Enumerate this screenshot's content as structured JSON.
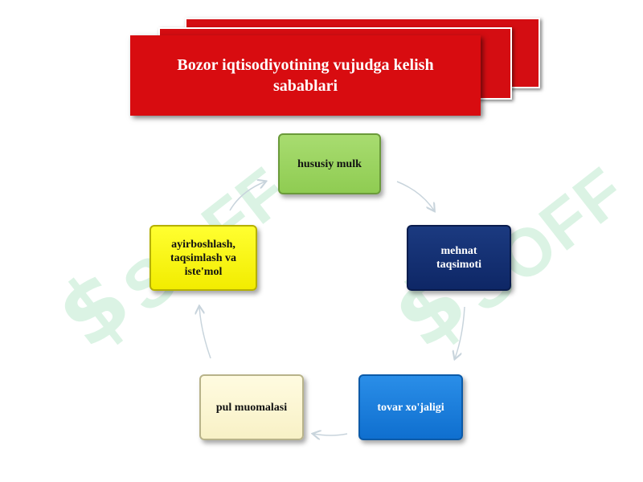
{
  "title": "Bozor iqtisodiyotining vujudga kelish sabablari",
  "nodes": {
    "top": "hususiy mulk",
    "right": "mehnat taqsimoti",
    "bottom_right": "tovar xo'jaligi",
    "bottom_left": "pul muomalasi",
    "left": "ayirboshlash, taqsimlash va iste'mol"
  },
  "watermark": {
    "text": "SOFF"
  },
  "colors": {
    "banner": "#d80c10",
    "top": "#9ad35f",
    "right": "#0e2766",
    "bottom_right": "#1a7fdb",
    "bottom_left": "#fbf5d3",
    "left": "#f8f200",
    "arrows": "#c8d4dc"
  }
}
